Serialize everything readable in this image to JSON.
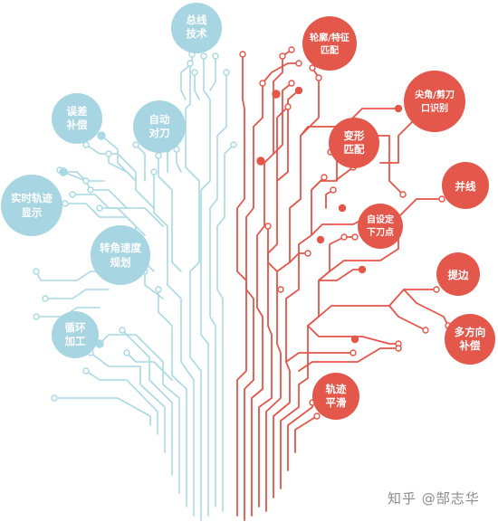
{
  "colors": {
    "left_branch": "#a9d9e4",
    "left_bubble": "#a8d5e2",
    "right_branch": "#e4564a",
    "right_bubble": "#e4574b",
    "text_on_bubble": "#ffffff",
    "watermark": "#8c8c8c"
  },
  "left_nodes": [
    {
      "id": "bus-tech",
      "lines": [
        "总线",
        "技术"
      ]
    },
    {
      "id": "error-comp",
      "lines": [
        "误差",
        "补偿"
      ]
    },
    {
      "id": "auto-tool-set",
      "lines": [
        "自动",
        "对刀"
      ]
    },
    {
      "id": "realtime-track",
      "lines": [
        "实时轨迹",
        "显示"
      ]
    },
    {
      "id": "corner-speed",
      "lines": [
        "转角速度",
        "规划"
      ]
    },
    {
      "id": "cycle-machining",
      "lines": [
        "循环",
        "加工"
      ]
    }
  ],
  "right_nodes": [
    {
      "id": "contour-match",
      "lines": [
        "轮廓/特征",
        "匹配"
      ]
    },
    {
      "id": "sharp-corner",
      "lines": [
        "尖角/剪刀",
        "口识别"
      ]
    },
    {
      "id": "deform-match",
      "lines": [
        "变形",
        "匹配"
      ]
    },
    {
      "id": "custom-cut-point",
      "lines": [
        "自设定",
        "下刀点"
      ]
    },
    {
      "id": "merge-line",
      "lines": [
        "并线"
      ]
    },
    {
      "id": "edge-extract",
      "lines": [
        "提边"
      ]
    },
    {
      "id": "multi-dir-comp",
      "lines": [
        "多方向",
        "补偿"
      ]
    },
    {
      "id": "track-smooth",
      "lines": [
        "轨迹",
        "平滑"
      ]
    }
  ],
  "watermark": "知乎 @郜志华"
}
